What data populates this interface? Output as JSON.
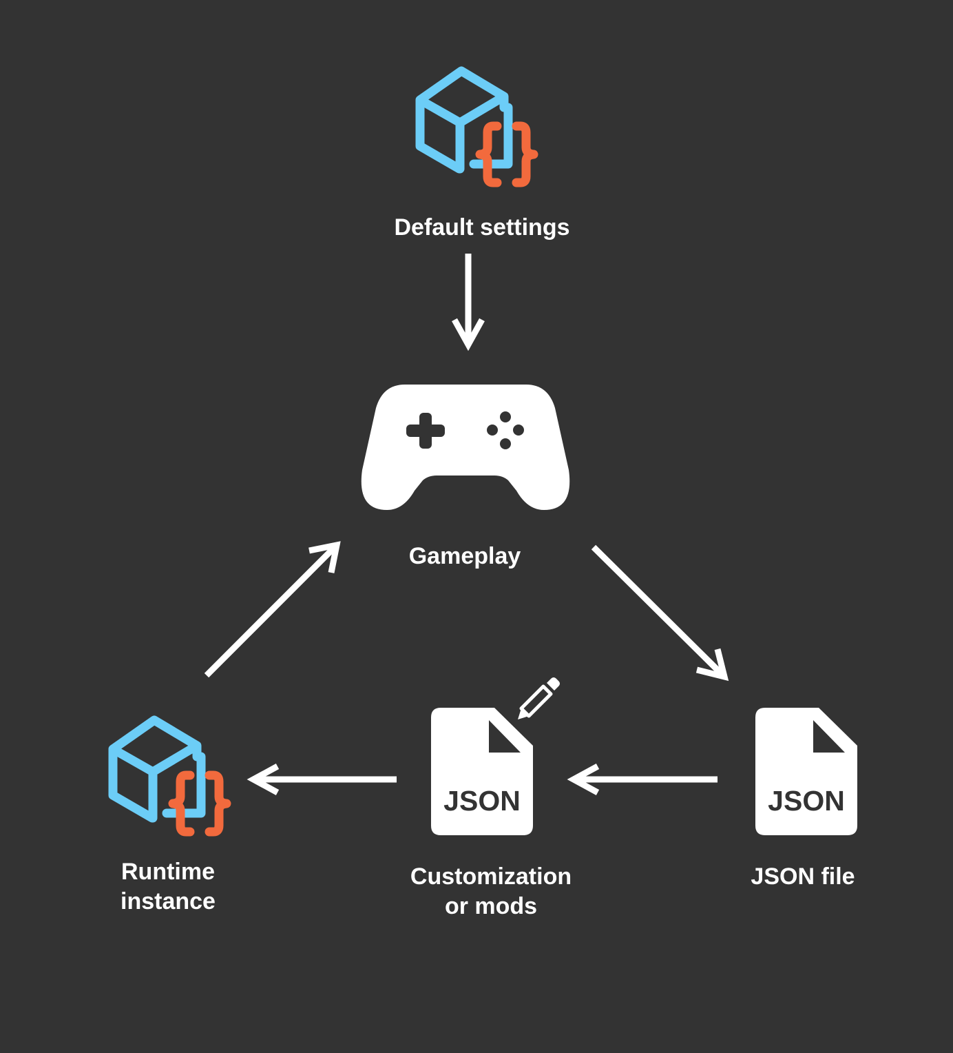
{
  "colors": {
    "background": "#333333",
    "foreground": "#ffffff",
    "cube": "#6ccdf7",
    "braces": "#f26a3d"
  },
  "nodes": {
    "default_settings": {
      "label": "Default settings",
      "icon": "cube-braces-icon"
    },
    "gameplay": {
      "label": "Gameplay",
      "icon": "gamepad-icon"
    },
    "json_file": {
      "label": "JSON file",
      "icon": "json-document-icon",
      "doc_text": "JSON"
    },
    "customization": {
      "label_line1": "Customization",
      "label_line2": "or mods",
      "icon": "json-document-edit-icon",
      "doc_text": "JSON"
    },
    "runtime_instance": {
      "label_line1": "Runtime",
      "label_line2": "instance",
      "icon": "cube-braces-icon"
    }
  },
  "edges": [
    {
      "from": "default_settings",
      "to": "gameplay"
    },
    {
      "from": "gameplay",
      "to": "json_file"
    },
    {
      "from": "json_file",
      "to": "customization"
    },
    {
      "from": "customization",
      "to": "runtime_instance"
    },
    {
      "from": "runtime_instance",
      "to": "gameplay"
    }
  ]
}
